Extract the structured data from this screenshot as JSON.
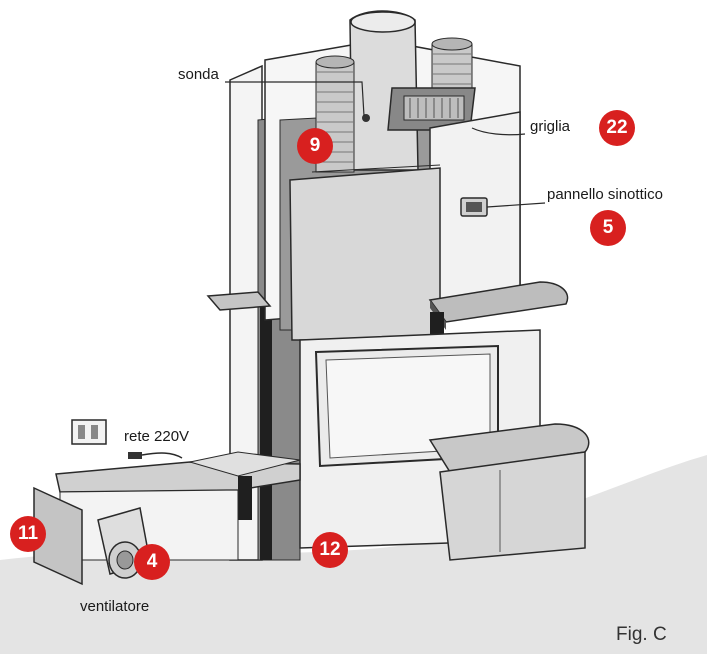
{
  "labels": {
    "sonda": "sonda",
    "griglia": "griglia",
    "pannello": "pannello sinottico",
    "rete": "rete 220V",
    "ventilatore": "ventilatore"
  },
  "badges": {
    "b22": "22",
    "b9": "9",
    "b5": "5",
    "b11": "11",
    "b4": "4",
    "b12": "12"
  },
  "figure_caption": "Fig. C",
  "colors": {
    "badge": "#d8201f",
    "outline": "#2a2a2a",
    "dark_panel": "#555555",
    "floor": "#e4e4e4"
  }
}
